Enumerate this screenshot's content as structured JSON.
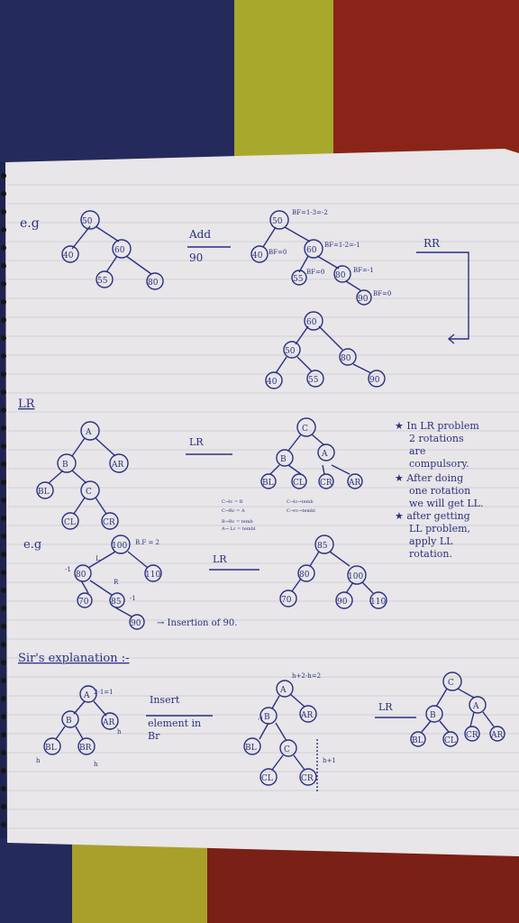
{
  "notes": {
    "ex1": {
      "eg": "e.g",
      "tree_before": [
        "50",
        "40",
        "60",
        "55",
        "80"
      ],
      "add_label": "Add",
      "add_value": "90",
      "bf_root": "BF=1-3=-2",
      "bf_40": "BF=0",
      "bf_60": "BF=1-2=-1",
      "bf_55": "BF=0",
      "bf_80": "BF=-1",
      "bf_90": "BF=0",
      "rr": "RR",
      "tree_after": [
        "60",
        "50",
        "80",
        "40",
        "55",
        "90"
      ]
    },
    "lr_section": {
      "heading": "LR",
      "arrow_label": "LR",
      "generic_before": [
        "A",
        "B",
        "AR",
        "BL",
        "C",
        "CL",
        "CR"
      ],
      "generic_after": [
        "C",
        "B",
        "A",
        "BL",
        "CL",
        "CR",
        "AR"
      ],
      "small_notes_left": [
        "C→lc = B",
        "C→Rc = A",
        "B→Rc = temb",
        "A→ Lc = tembl"
      ],
      "small_notes_right": [
        "C→lc→temb",
        "C→rc→tembl"
      ],
      "star_notes": [
        "★ In LR problem",
        "2 rotations",
        "are",
        "compulsory.",
        "★ After doing",
        "one rotation",
        "we will get LL.",
        "★ after getting",
        "LL problem,",
        "apply LL",
        "rotation."
      ],
      "eg": "e.g",
      "example_before": [
        "100",
        "80",
        "110",
        "70",
        "85",
        "90"
      ],
      "bf_root": "B.F = 2",
      "bf_80": "-1",
      "bf_85": "-1",
      "label_L": "L",
      "label_R": "R",
      "arrow2_label": "LR",
      "example_after": [
        "85",
        "80",
        "100",
        "70",
        "90",
        "110"
      ],
      "insertion_note": "→ Insertion of 90."
    },
    "sirs_explanation": {
      "heading": "Sir's explanation :-",
      "bf_text": "2-1=1",
      "tree1": [
        "A",
        "B",
        "AR",
        "BL",
        "BR"
      ],
      "insert_note": [
        "Insert",
        "element in",
        "Br"
      ],
      "h_label": "h",
      "tree2_bf": "h+2-h=2",
      "tree2": [
        "A",
        "B",
        "AR",
        "BL",
        "C",
        "CL",
        "CR"
      ],
      "h1_label": "h+1",
      "arrow_label": "LR",
      "tree3": [
        "C",
        "B",
        "A",
        "BL",
        "CL",
        "CR",
        "AR"
      ]
    }
  }
}
